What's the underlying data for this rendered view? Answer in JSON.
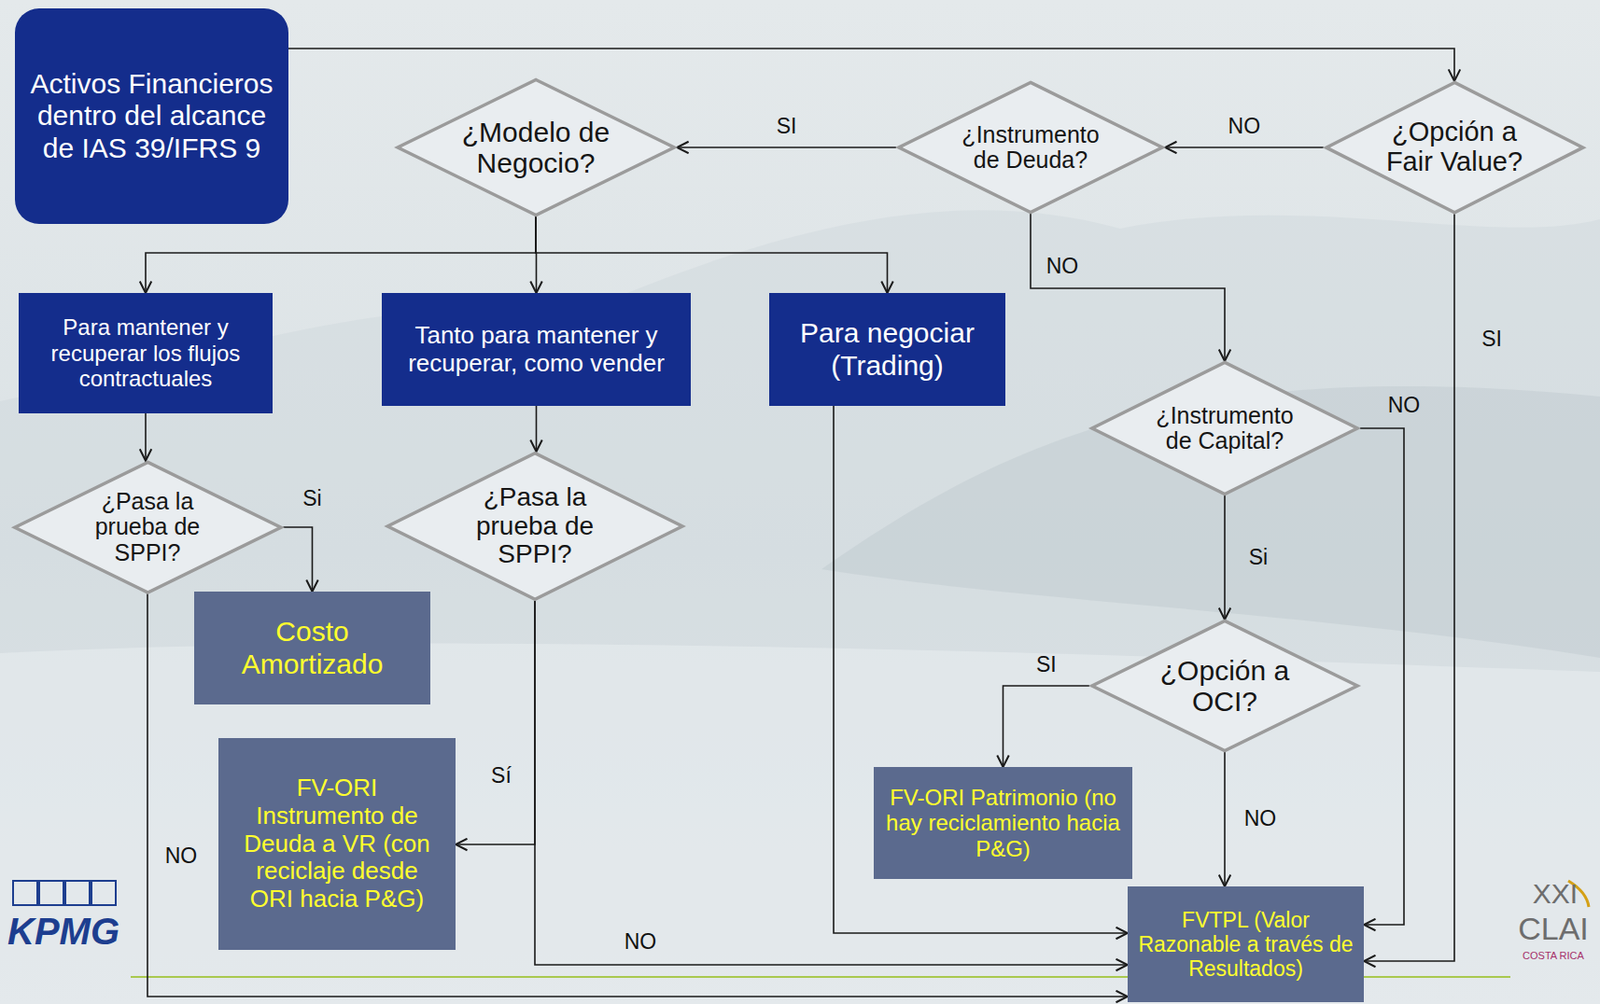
{
  "diagram": {
    "nodes": [
      {
        "text": [
          "Activos Financieros dentro del alcance de IAS 39/IFRS 9"
        ]
      },
      {
        "text": [
          "¿Modelo de Negocio?"
        ]
      },
      {
        "text": [
          "¿Instrumento de Deuda?"
        ]
      },
      {
        "text": [
          "¿Opción a Fair Value?"
        ]
      },
      {
        "text": [
          "Para mantener y recuperar los flujos contractuales"
        ]
      },
      {
        "text": [
          "Tanto para mantener y recuperar, como vender"
        ]
      },
      {
        "text": [
          "Para negociar (Trading)"
        ]
      },
      {
        "text": [
          "¿Instrumento de Capital?"
        ]
      },
      {
        "text": [
          "¿Pasa la prueba de SPPI?"
        ]
      },
      {
        "text": [
          "¿Pasa la prueba de SPPI?"
        ]
      },
      {
        "text": [
          "Costo Amortizado"
        ]
      },
      {
        "text": [
          "¿Opción a OCI?"
        ]
      },
      {
        "text": [
          "FV-ORI Instrumento de Deuda a VR (con reciclaje desde ORI hacia P&G)"
        ]
      },
      {
        "text": [
          "FV-ORI Patrimonio (no hay reciclamiento hacia P&G)"
        ]
      },
      {
        "text": [
          "FVTPL (Valor Razonable a través de Resultados)"
        ]
      }
    ],
    "edges": [
      {
        "from": 0,
        "to": 3,
        "arrow": "to"
      },
      {
        "from": 3,
        "to": 2,
        "label": "NO",
        "arrow": "to"
      },
      {
        "from": 2,
        "to": 1,
        "label": "SI",
        "arrow": "to"
      },
      {
        "from": 1,
        "to": 4,
        "arrow": "to"
      },
      {
        "from": 1,
        "to": 5,
        "arrow": "to"
      },
      {
        "from": 1,
        "to": 6,
        "arrow": "to"
      },
      {
        "from": 2,
        "to": 7,
        "label": "NO",
        "arrow": "to"
      },
      {
        "from": 3,
        "to": 14,
        "label": "SI",
        "arrow": "to"
      },
      {
        "from": 7,
        "to": 14,
        "label": "NO",
        "arrow": "to"
      },
      {
        "from": 7,
        "to": 11,
        "label": "Si",
        "arrow": "to"
      },
      {
        "from": 11,
        "to": 13,
        "label": "SI",
        "arrow": "to"
      },
      {
        "from": 11,
        "to": 14,
        "label": "NO",
        "arrow": "to"
      },
      {
        "from": 4,
        "to": 8,
        "arrow": "to"
      },
      {
        "from": 5,
        "to": 9,
        "arrow": "to"
      },
      {
        "from": 6,
        "to": 14,
        "arrow": "to"
      },
      {
        "from": 8,
        "to": 10,
        "label": "Si",
        "arrow": "to"
      },
      {
        "from": 8,
        "to": 14,
        "label": "NO",
        "arrow": "to"
      },
      {
        "from": 9,
        "to": 12,
        "label": "Sí",
        "arrow": "to"
      },
      {
        "from": 9,
        "to": 14,
        "label": "NO",
        "arrow": "to"
      }
    ],
    "labels": [
      "KPMG",
      "XXI",
      "CLAI",
      "COSTA RICA"
    ]
  }
}
